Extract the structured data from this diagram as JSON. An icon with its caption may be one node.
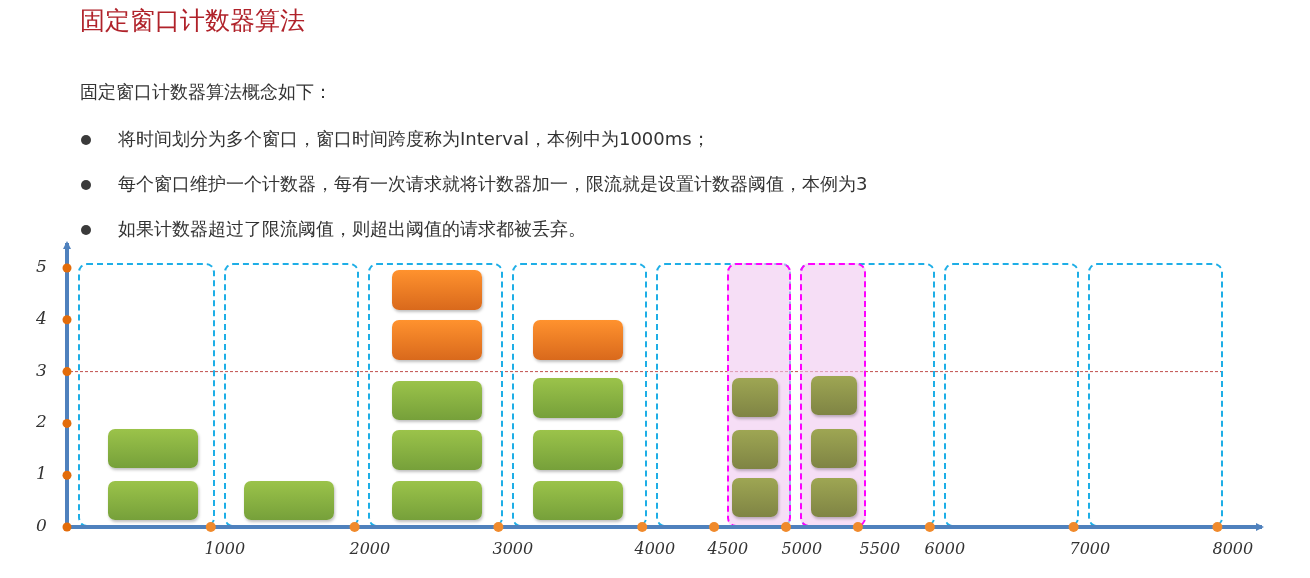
{
  "diagram": {
    "title": "固定窗口计数器算法",
    "nodes": [
      {
        "text": [],
        "shape": "box"
      },
      {
        "text": [],
        "shape": "box"
      },
      {
        "text": [],
        "shape": "box"
      },
      {
        "text": [],
        "shape": "box"
      },
      {
        "text": [],
        "shape": "box"
      },
      {
        "text": [],
        "shape": "box"
      },
      {
        "text": [],
        "shape": "box"
      },
      {
        "text": [],
        "shape": "box"
      },
      {
        "text": [],
        "shape": "box",
        "in": 4
      },
      {
        "text": [],
        "shape": "box",
        "in": 5
      },
      {
        "text": [],
        "shape": "bar",
        "in": 0
      },
      {
        "text": [],
        "shape": "bar",
        "in": 0
      },
      {
        "text": [],
        "shape": "bar",
        "in": 1
      },
      {
        "text": [],
        "shape": "bar",
        "in": 2
      },
      {
        "text": [],
        "shape": "bar",
        "in": 2
      },
      {
        "text": [],
        "shape": "bar",
        "in": 2
      },
      {
        "text": [],
        "shape": "bar",
        "in": 2
      },
      {
        "text": [],
        "shape": "bar",
        "in": 2
      },
      {
        "text": [],
        "shape": "bar",
        "in": 3
      },
      {
        "text": [],
        "shape": "bar",
        "in": 3
      },
      {
        "text": [],
        "shape": "bar",
        "in": 3
      },
      {
        "text": [],
        "shape": "bar",
        "in": 3
      },
      {
        "text": [],
        "shape": "bar",
        "in": 8
      },
      {
        "text": [],
        "shape": "bar",
        "in": 8
      },
      {
        "text": [],
        "shape": "bar",
        "in": 8
      },
      {
        "text": [],
        "shape": "bar",
        "in": 9
      },
      {
        "text": [],
        "shape": "bar",
        "in": 9
      },
      {
        "text": [],
        "shape": "bar",
        "in": 9
      }
    ],
    "labels": [
      "固定窗口计数器算法概念如下：",
      "将时间划分为多个窗口，窗口时间跨度称为Interval，本例中为1000ms；",
      "每个窗口维护一个计数器，每有一次请求就将计数器加一，限流就是设置计数器阈值，本例为3",
      "如果计数器超过了限流阈值，则超出阈值的请求都被丢弃。",
      "5",
      "4",
      "3",
      "2",
      "1",
      "0",
      "1000",
      "2000",
      "3000",
      "4000",
      "4500",
      "5000",
      "5500",
      "6000",
      "7000",
      "8000"
    ]
  }
}
